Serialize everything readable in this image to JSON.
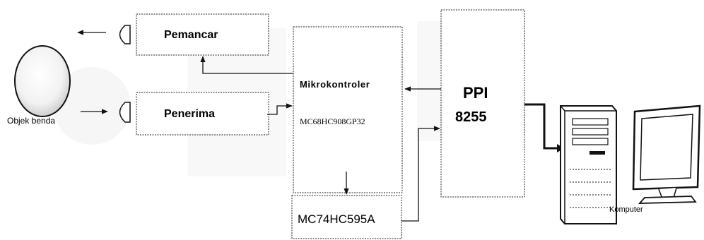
{
  "blocks": {
    "pemancar": "Pemancar",
    "penerima": "Penerima",
    "mikrokontroler_title": "Mikrokontroler",
    "mikrokontroler_part": "MC68HC908GP32",
    "ppi_line1": "PPI",
    "ppi_line2": "8255",
    "shift_register": "MC74HC595A"
  },
  "labels": {
    "object": "Objek benda",
    "computer": "Komputer"
  },
  "icons": [
    "ultrasonic-transducer-icon",
    "object-sphere-icon",
    "computer-tower-icon",
    "monitor-icon"
  ]
}
